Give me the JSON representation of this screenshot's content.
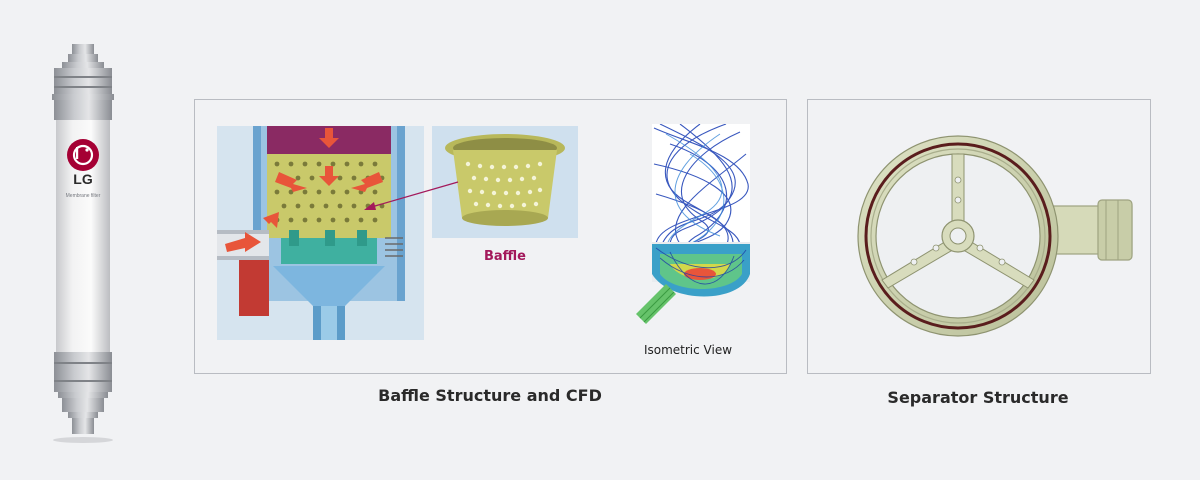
{
  "product": {
    "brand_logo_text": "LG",
    "device_label": "Membrane filter"
  },
  "baffle_panel": {
    "callout_label": "Baffle",
    "view_label": "Isometric View",
    "caption": "Baffle Structure and CFD"
  },
  "separator_panel": {
    "caption": "Separator Structure"
  },
  "colors": {
    "background": "#f1f2f4",
    "panel_border": "#b9bcc2",
    "baffle_label": "#a3195b",
    "baffle_yellow": "#c9c96a",
    "arrow_red": "#e8553a",
    "lg_red": "#a50034"
  }
}
